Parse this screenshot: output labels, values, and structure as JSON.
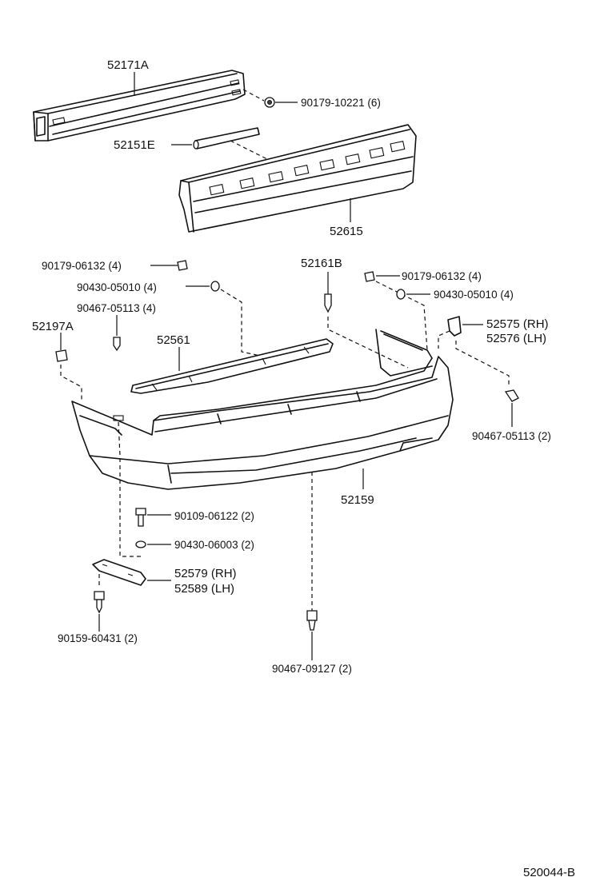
{
  "diagram_id": "520044-B",
  "parts": {
    "reinforcement": "52171A",
    "reinforcement_nut": "90179-10221 (6)",
    "absorber_strip": "52151E",
    "absorber": "52615",
    "retainer_nut_left": "90179-06132 (4)",
    "washer_left": "90430-05010 (4)",
    "clip_left": "90467-05113 (4)",
    "side_retainer_left": "52197A",
    "center_bracket": "52561",
    "center_clip": "52161B",
    "retainer_nut_right": "90179-06132 (4)",
    "washer_right": "90430-05010 (4)",
    "side_support_rh": "52575 (RH)",
    "side_support_lh": "52576 (LH)",
    "clip_right": "90467-05113 (2)",
    "bumper_cover": "52159",
    "bolt": "90109-06122 (2)",
    "lower_washer": "90430-06003 (2)",
    "lower_support_rh": "52579 (RH)",
    "lower_support_lh": "52589 (LH)",
    "lower_screw": "90159-60431 (2)",
    "bottom_clip": "90467-09127 (2)"
  }
}
